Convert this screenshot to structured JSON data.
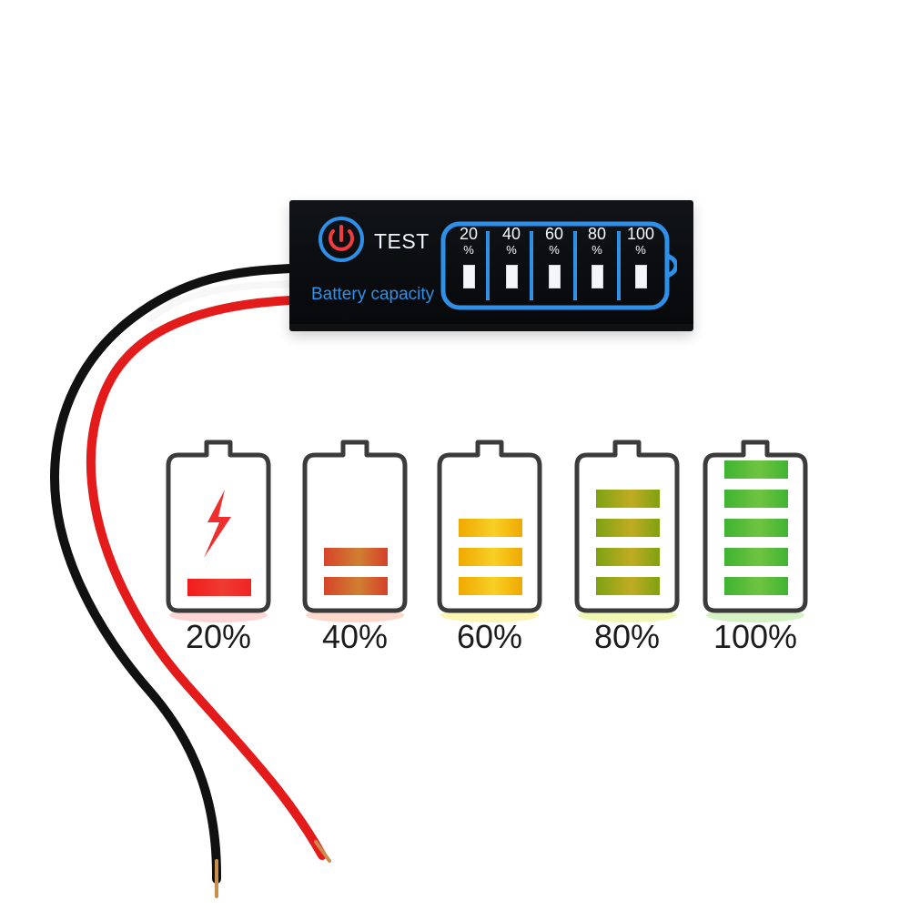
{
  "module": {
    "test_label": "TEST",
    "capacity_label": "Battery capacity",
    "levels": [
      {
        "value": "20",
        "unit": "%"
      },
      {
        "value": "40",
        "unit": "%"
      },
      {
        "value": "60",
        "unit": "%"
      },
      {
        "value": "80",
        "unit": "%"
      },
      {
        "value": "100",
        "unit": "%"
      }
    ],
    "colors": {
      "board": "#08090b",
      "accent_blue": "#2e90e9",
      "power_red": "#f13b3d",
      "text_light": "#eef6ff"
    }
  },
  "indicators": [
    {
      "label": "20%",
      "bar_color": "#ee2d2d",
      "glow_color": "#ff8a8a"
    },
    {
      "label": "40%",
      "bar_color": "#d8482a",
      "glow_color": "#ff966d"
    },
    {
      "label": "60%",
      "bar_color": "#f1b300",
      "glow_color": "#f7ea57"
    },
    {
      "label": "80%",
      "bar_color": "#8da513",
      "glow_color": "#dff05b"
    },
    {
      "label": "100%",
      "bar_color": "#47b730",
      "glow_color": "#9fe27a"
    }
  ],
  "wire_colors": {
    "black": "#111111",
    "red": "#e41b1b",
    "white": "#f4f4f4",
    "copper": "#c98e4b"
  },
  "icons": [
    "power-icon",
    "lightning-icon",
    "battery-icon"
  ]
}
